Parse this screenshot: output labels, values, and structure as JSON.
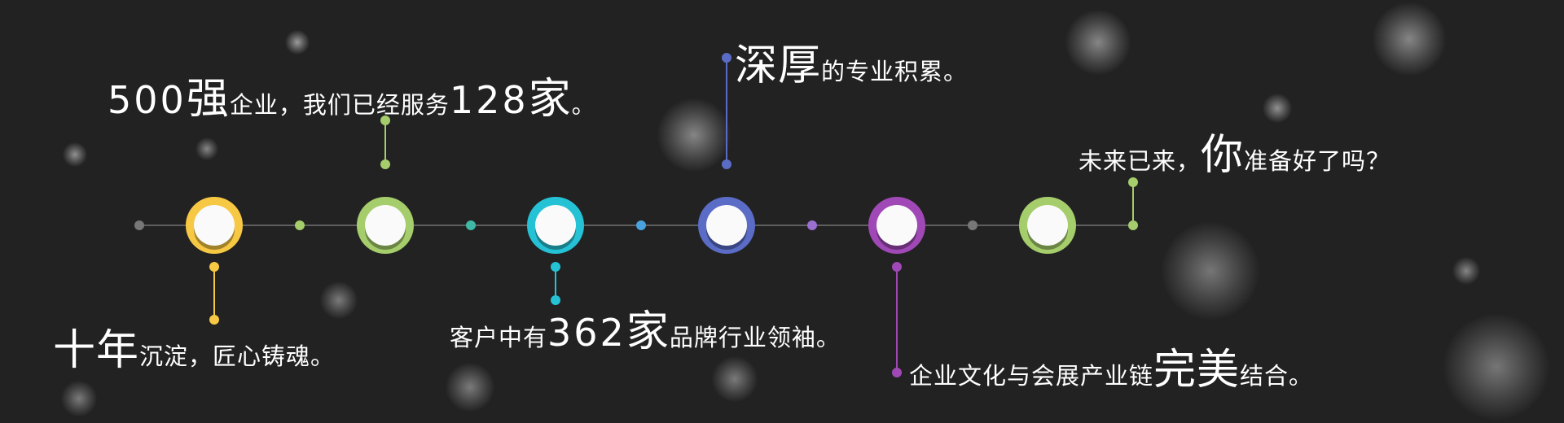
{
  "colors": {
    "background": "#222222",
    "line": "#5e5e5e",
    "yellow": "#f7c843",
    "green": "#a5cd6b",
    "cyan": "#25c2d5",
    "blue": "#5a6cc6",
    "purple": "#a049b6",
    "teal": "#3fb8a6",
    "lightblue": "#4aa3df",
    "violet": "#9a6fd0",
    "grey": "#777777"
  },
  "captions": {
    "c1": {
      "big": "十年",
      "small": "沉淀，匠心铸魂。"
    },
    "c2": {
      "num1": "500",
      "big1": "强",
      "small1": "企业，我们已经服务",
      "num2": "128",
      "big2": "家",
      "small2": "。"
    },
    "c3": {
      "small1": "客户中有",
      "num": "362",
      "big": "家",
      "small2": "品牌行业领袖。"
    },
    "c4": {
      "big": "深厚",
      "small": "的专业积累。"
    },
    "c5": {
      "small1": "企业文化与会展产业链",
      "big": "完美",
      "small2": "结合。"
    },
    "c6": {
      "small1": "未来已来，",
      "big": "你",
      "small2": "准备好了吗？"
    }
  }
}
